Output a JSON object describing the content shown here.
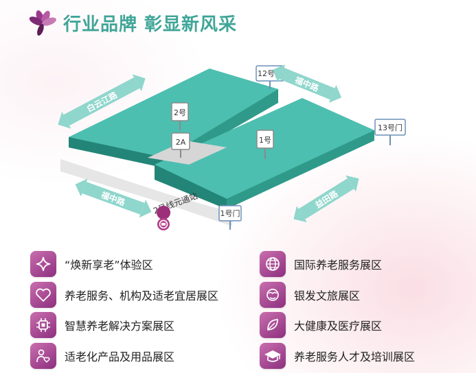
{
  "title": "行业品牌 彰显新风采",
  "colors": {
    "accent": "#3fa597",
    "hall": "#4dbfb0",
    "hall_side": "#2f9a8a",
    "icon": "#a6438f",
    "arrow": "#8fd6cc"
  },
  "halls": {
    "hall2": "2号",
    "hall2a": "2A",
    "hall1": "1号"
  },
  "gates": {
    "gate12": "12号门",
    "gate13": "13号门",
    "gate1": "1号门"
  },
  "roads": {
    "road_top_left": "白云江路",
    "road_top_right": "福中路",
    "road_bottom_left": "福中路",
    "road_bottom_right": "益田路"
  },
  "metro": "2号线元通站",
  "legend": [
    {
      "label": "“焕新享老”体验区",
      "icon": "sparkle-icon"
    },
    {
      "label": "养老服务、机构及适老宜居展区",
      "icon": "heart-icon"
    },
    {
      "label": "智慧养老解决方案展区",
      "icon": "chip-icon"
    },
    {
      "label": "适老化产品及用品展区",
      "icon": "elder-heart-icon"
    },
    {
      "label": "国际养老服务展区",
      "icon": "globe-icon"
    },
    {
      "label": "银发文旅展区",
      "icon": "elder-face-icon"
    },
    {
      "label": "大健康及医疗展区",
      "icon": "leaf-icon"
    },
    {
      "label": "养老服务人才及培训展区",
      "icon": "graduation-cap-icon"
    }
  ]
}
